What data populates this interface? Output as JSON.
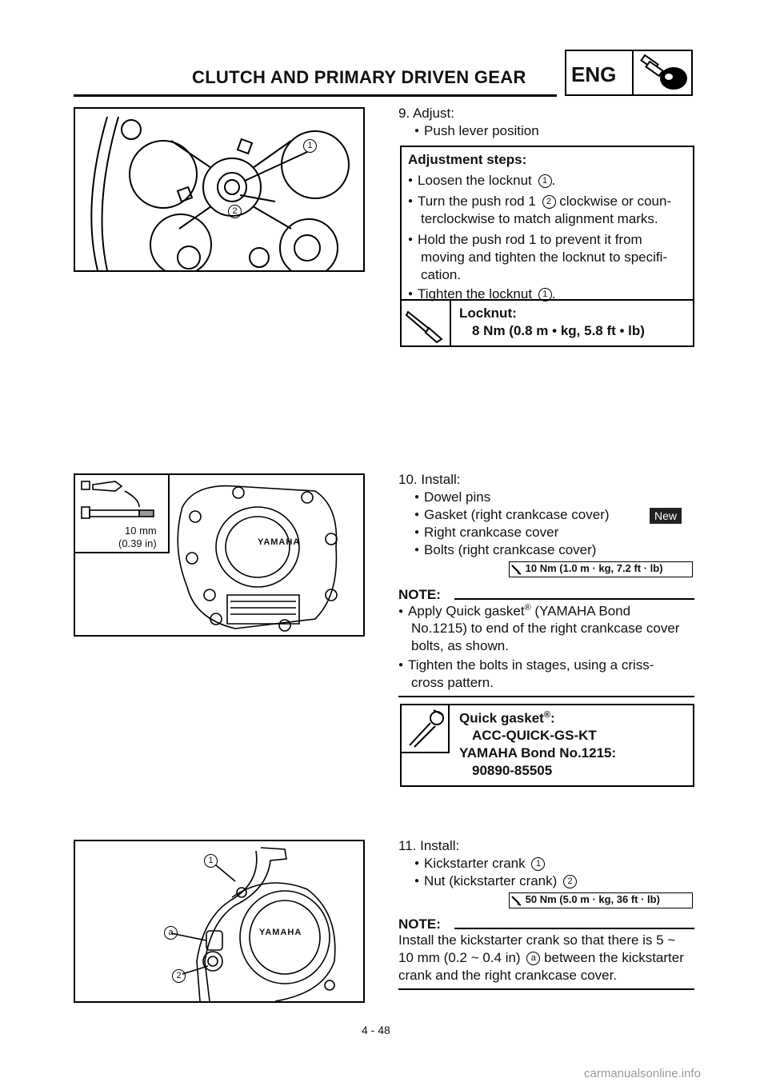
{
  "header": {
    "title": "CLUTCH AND PRIMARY DRIVEN GEAR",
    "tag": "ENG"
  },
  "step9": {
    "heading": "9.  Adjust:",
    "items": [
      "Push lever position"
    ],
    "box_title": "Adjustment steps:",
    "box_items": [
      "Loosen the locknut",
      "Turn the push rod 1",
      "clockwise or coun-",
      "terclockwise to match alignment marks.",
      "Hold the push rod 1 to prevent it from",
      "moving and tighten the locknut to specifi-",
      "cation.",
      "Tighten the locknut"
    ],
    "spec_label": "Locknut:",
    "spec_value": "8 Nm (0.8 m • kg, 5.8 ft • lb)",
    "fig_labels": [
      "1",
      "2"
    ]
  },
  "step10": {
    "heading": "10. Install:",
    "items": [
      "Dowel pins",
      "Gasket (right crankcase cover)",
      "Right crankcase cover",
      "Bolts (right crankcase cover)"
    ],
    "new_badge": "New",
    "torque": "10 Nm (1.0 m · kg, 7.2 ft · lb)",
    "note_title": "NOTE:",
    "note_items": [
      "Apply  Quick  gasket",
      "(YAMAHA  Bond",
      "No.1215) to end of the right crankcase cover",
      "bolts, as shown.",
      "Tighten  the  bolts  in  stages,  using  a  criss-",
      "cross pattern."
    ],
    "reg": "®",
    "spec_lines": [
      "Quick gasket",
      "ACC-QUICK-GS-KT",
      "YAMAHA Bond No.1215:",
      "90890-85505"
    ],
    "spec_colon": ":",
    "fig_dim": [
      "10 mm",
      "(0.39 in)"
    ],
    "fig_logo": "YAMAHA"
  },
  "step11": {
    "heading": "11. Install:",
    "items": [
      "Kickstarter crank",
      "Nut (kickstarter crank)"
    ],
    "torque": "50 Nm (5.0 m · kg, 36 ft · lb)",
    "note_title": "NOTE:",
    "note_lines": [
      "Install the kickstarter crank so that there is 5 ~",
      "10 mm (0.2 ~ 0.4 in)",
      "between the kickstarter",
      "crank and the right crankcase cover."
    ],
    "fig_labels": [
      "1",
      "a",
      "2"
    ],
    "fig_logo": "YAMAHA"
  },
  "footer": {
    "page": "4 - 48",
    "watermark": "carmanualsonline.info"
  }
}
